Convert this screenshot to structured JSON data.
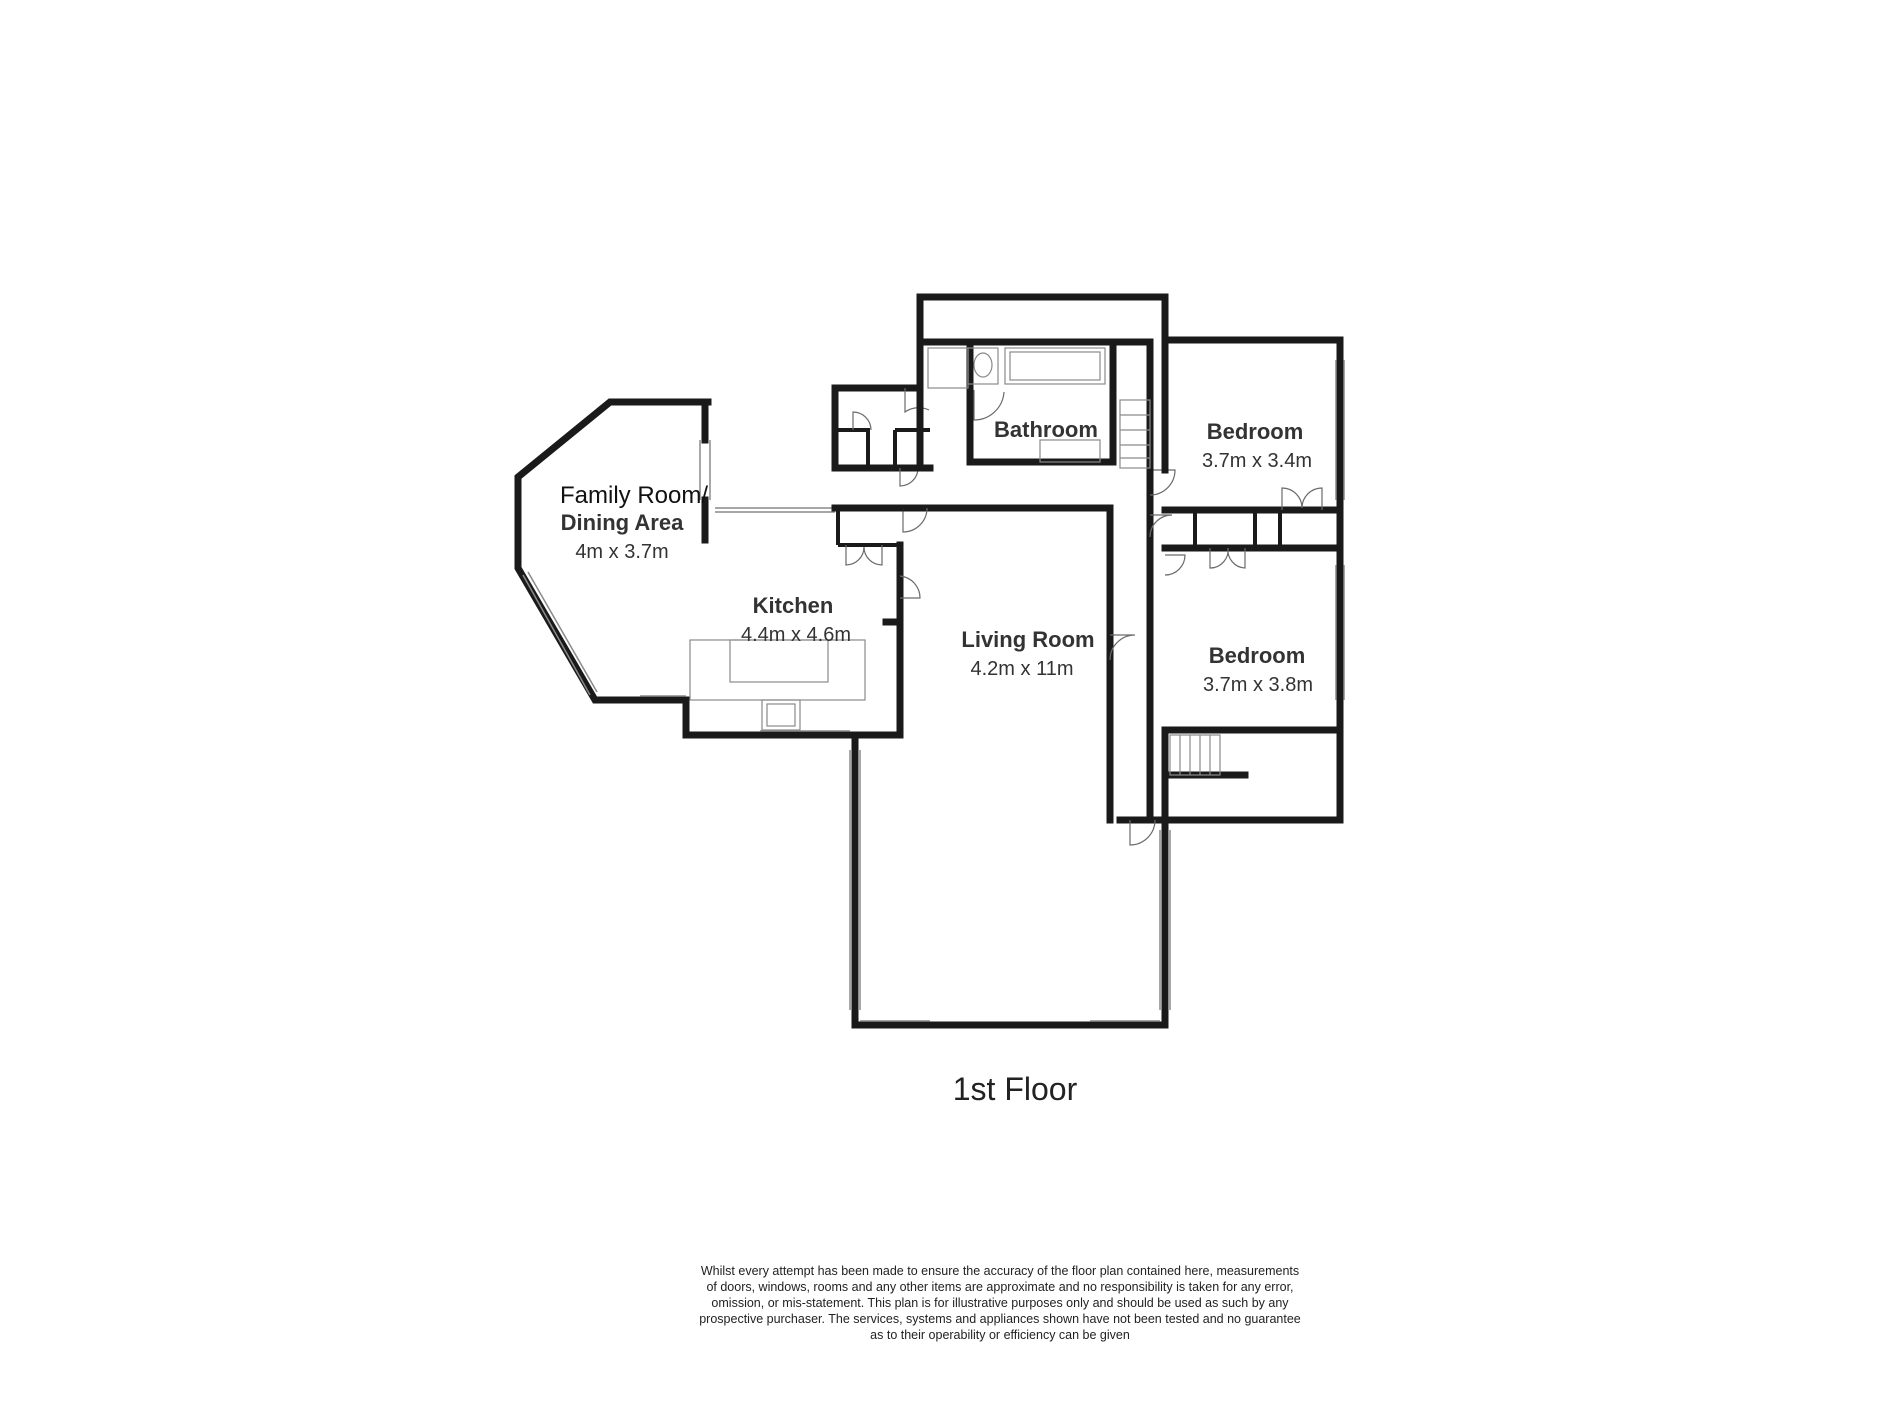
{
  "floor_label": "1st Floor",
  "rooms": {
    "family_room": {
      "name_line1": "Family Room/",
      "name_line2": "Dining Area",
      "size": "4m x 3.7m"
    },
    "kitchen": {
      "name": "Kitchen",
      "size": "4.4m x 4.6m"
    },
    "living_room": {
      "name": "Living Room",
      "size": "4.2m x 11m"
    },
    "bathroom": {
      "name": "Bathroom"
    },
    "bedroom_1": {
      "name": "Bedroom",
      "size": "3.7m x 3.4m"
    },
    "bedroom_2": {
      "name": "Bedroom",
      "size": "3.7m x 3.8m"
    }
  },
  "disclaimer": {
    "lines": [
      "Whilst every attempt has been made to ensure the accuracy of the floor plan contained here, measurements",
      "of doors, windows, rooms and any other items are approximate and no responsibility is taken for any error,",
      "omission, or mis-statement. This plan is for illustrative purposes only and should be used as such by any",
      "prospective purchaser. The services, systems and appliances shown have not been tested and no guarantee",
      "as to their operability or efficiency can be given"
    ]
  }
}
